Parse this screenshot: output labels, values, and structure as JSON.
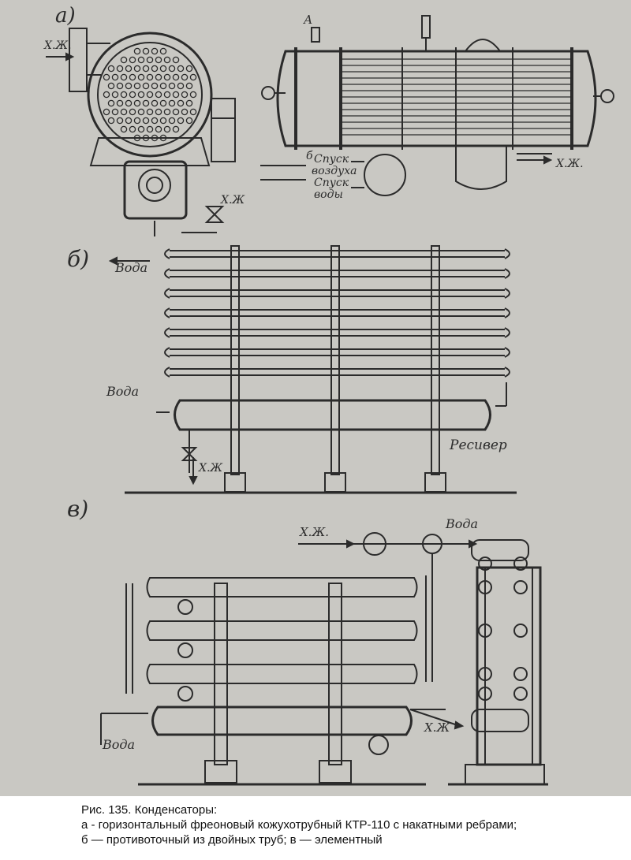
{
  "panels": {
    "a": {
      "label": "а)",
      "input_label": "Х.Ж.",
      "top_mark": "А",
      "drain_air": [
        "Спуск",
        "воздуха"
      ],
      "drain_water": [
        "Спуск",
        "воды"
      ],
      "view_mark": "б",
      "bottom_label": "Х.Ж",
      "outlet_label": "Х.Ж."
    },
    "b": {
      "label": "б)",
      "water_top": "Вода",
      "water_left": "Вода",
      "receiver": "Ресивер",
      "liquid_out": "Х.Ж"
    },
    "c": {
      "label": "в)",
      "liquid_in": "Х.Ж.",
      "water_top": "Вода",
      "liquid_out": "Х.Ж",
      "water_bottom": "Вода"
    }
  },
  "caption": {
    "line1": "Рис. 135. Конденсаторы:",
    "line2": "а - горизонтальный фреоновый кожухотрубный КТР-110 с накатными ребрами;",
    "line3": "б — противоточный из двойных труб; в — элементный"
  },
  "colors": {
    "paper": "#c9c8c3",
    "ink": "#2b2b2b"
  }
}
